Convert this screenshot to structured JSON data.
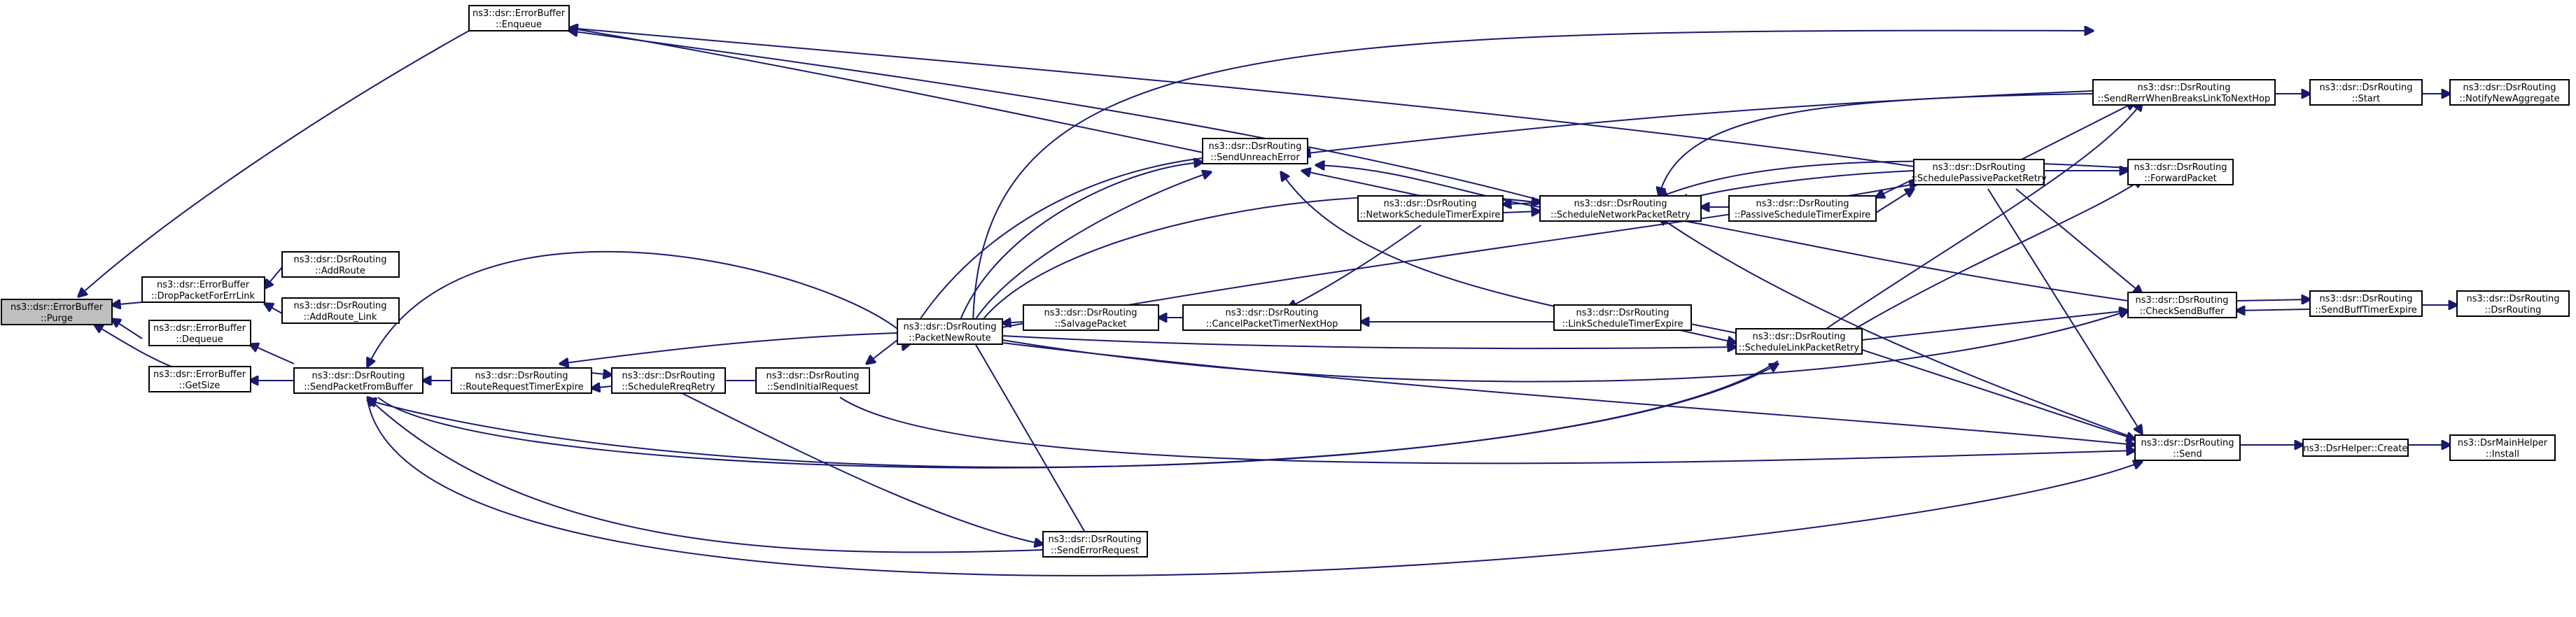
{
  "diagram": {
    "type": "call-graph",
    "nodes": [
      {
        "id": "purge",
        "lines": [
          "ns3::dsr::ErrorBuffer",
          "::Purge"
        ],
        "current": true
      },
      {
        "id": "enqueue",
        "lines": [
          "ns3::dsr::ErrorBuffer",
          "::Enqueue"
        ]
      },
      {
        "id": "dropfor",
        "lines": [
          "ns3::dsr::ErrorBuffer",
          "::DropPacketForErrLink"
        ]
      },
      {
        "id": "dequeue",
        "lines": [
          "ns3::dsr::ErrorBuffer",
          "::Dequeue"
        ]
      },
      {
        "id": "getsize",
        "lines": [
          "ns3::dsr::ErrorBuffer",
          "::GetSize"
        ]
      },
      {
        "id": "addroute",
        "lines": [
          "ns3::dsr::DsrRouting",
          "::AddRoute"
        ]
      },
      {
        "id": "addroutelink",
        "lines": [
          "ns3::dsr::DsrRouting",
          "::AddRoute_Link"
        ]
      },
      {
        "id": "sendpfb",
        "lines": [
          "ns3::dsr::DsrRouting",
          "::SendPacketFromBuffer"
        ]
      },
      {
        "id": "rrte",
        "lines": [
          "ns3::dsr::DsrRouting",
          "::RouteRequestTimerExpire"
        ]
      },
      {
        "id": "schedrreq",
        "lines": [
          "ns3::dsr::DsrRouting",
          "::ScheduleRreqRetry"
        ]
      },
      {
        "id": "sendinit",
        "lines": [
          "ns3::dsr::DsrRouting",
          "::SendInitialRequest"
        ]
      },
      {
        "id": "pnr",
        "lines": [
          "ns3::dsr::DsrRouting",
          "::PacketNewRoute"
        ]
      },
      {
        "id": "salvage",
        "lines": [
          "ns3::dsr::DsrRouting",
          "::SalvagePacket"
        ]
      },
      {
        "id": "cancelnh",
        "lines": [
          "ns3::dsr::DsrRouting",
          "::CancelPacketTimerNextHop"
        ]
      },
      {
        "id": "sendunreach",
        "lines": [
          "ns3::dsr::DsrRouting",
          "::SendUnreachError"
        ]
      },
      {
        "id": "senderr",
        "lines": [
          "ns3::dsr::DsrRouting",
          "::SendErrorRequest"
        ]
      },
      {
        "id": "netste",
        "lines": [
          "ns3::dsr::DsrRouting",
          "::NetworkScheduleTimerExpire"
        ]
      },
      {
        "id": "schednet",
        "lines": [
          "ns3::dsr::DsrRouting",
          "::ScheduleNetworkPacketRetry"
        ]
      },
      {
        "id": "linkste",
        "lines": [
          "ns3::dsr::DsrRouting",
          "::LinkScheduleTimerExpire"
        ]
      },
      {
        "id": "passste",
        "lines": [
          "ns3::dsr::DsrRouting",
          "::PassiveScheduleTimerExpire"
        ]
      },
      {
        "id": "schedpass",
        "lines": [
          "ns3::dsr::DsrRouting",
          "::SchedulePassivePacketRetry"
        ]
      },
      {
        "id": "schedlink",
        "lines": [
          "ns3::dsr::DsrRouting",
          "::ScheduleLinkPacketRetry"
        ]
      },
      {
        "id": "senderrbreak",
        "lines": [
          "ns3::dsr::DsrRouting",
          "::SendRerrWhenBreaksLinkToNextHop"
        ]
      },
      {
        "id": "forward",
        "lines": [
          "ns3::dsr::DsrRouting",
          "::ForwardPacket"
        ]
      },
      {
        "id": "checksend",
        "lines": [
          "ns3::dsr::DsrRouting",
          "::CheckSendBuffer"
        ]
      },
      {
        "id": "send",
        "lines": [
          "ns3::dsr::DsrRouting",
          "::Send"
        ]
      },
      {
        "id": "start",
        "lines": [
          "ns3::dsr::DsrRouting",
          "::Start"
        ]
      },
      {
        "id": "notify",
        "lines": [
          "ns3::dsr::DsrRouting",
          "::NotifyNewAggregate"
        ]
      },
      {
        "id": "sendbte",
        "lines": [
          "ns3::dsr::DsrRouting",
          "::SendBuffTimerExpire"
        ]
      },
      {
        "id": "dsrrouting",
        "lines": [
          "ns3::dsr::DsrRouting",
          "::DsrRouting"
        ]
      },
      {
        "id": "helpercreate",
        "lines": [
          "ns3::DsrHelper::Create"
        ]
      },
      {
        "id": "install",
        "lines": [
          "ns3::DsrMainHelper",
          "::Install"
        ]
      }
    ]
  }
}
